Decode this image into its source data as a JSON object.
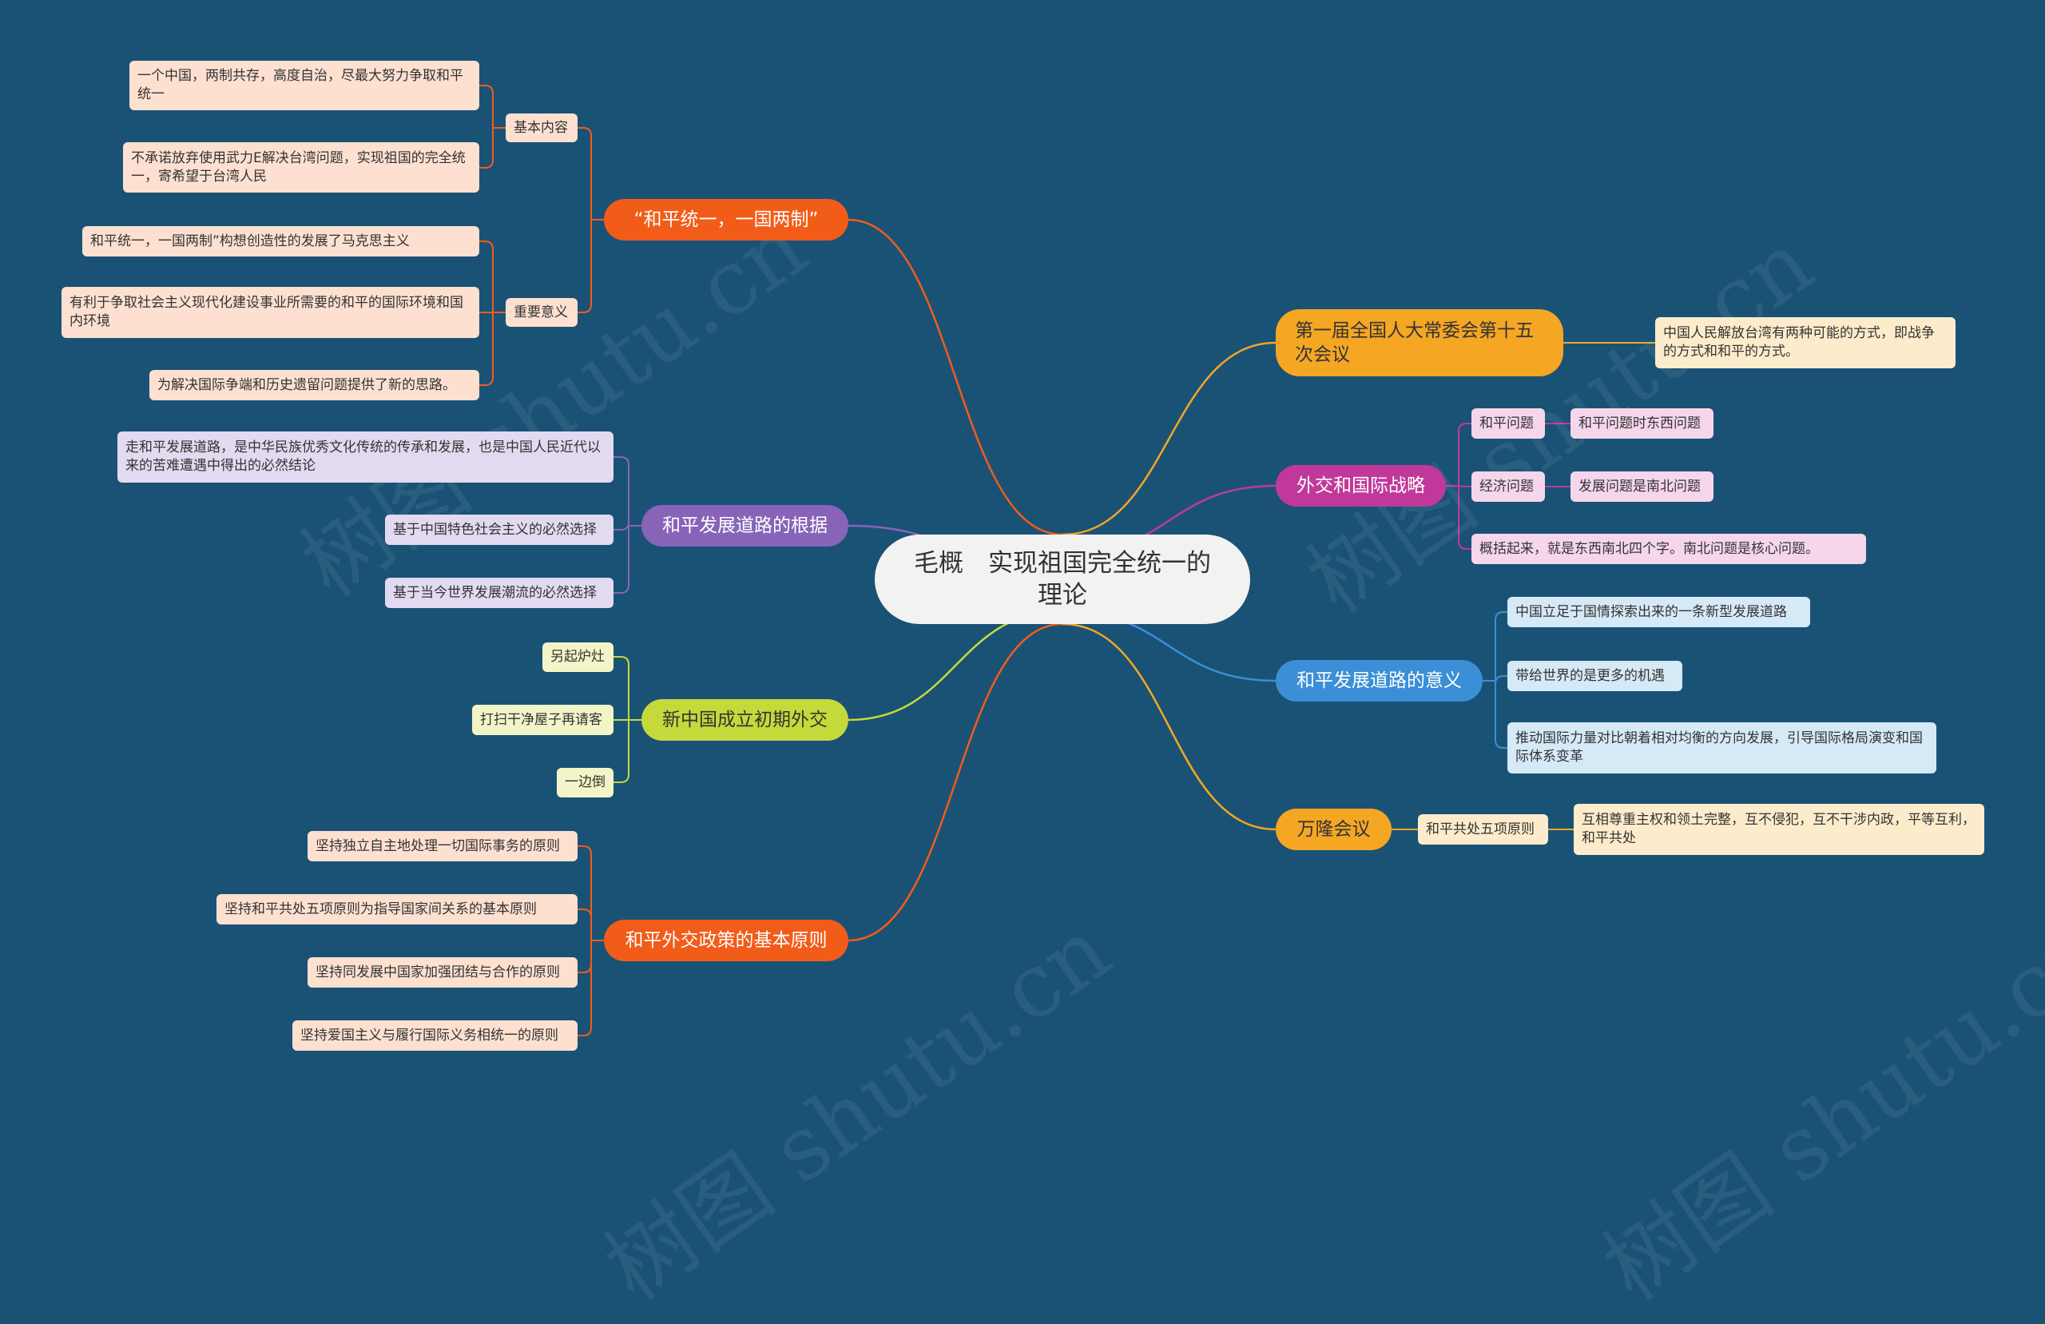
{
  "center_title": "毛概　实现祖国完全统一的理论",
  "watermark": "树图 shutu.cn",
  "colors": {
    "background": "#1a5276",
    "orange_red": "#f25c19",
    "yellow_orange": "#f5a623",
    "magenta": "#c0399a",
    "blue": "#3b8fd6",
    "purple": "#8764b8",
    "yellow_green": "#c6d93a"
  },
  "branches": [
    {
      "title": "“和平统一，一国两制”",
      "subs": [
        {
          "label": "基本内容",
          "leaves": [
            "一个中国，两制共存，高度自治，尽最大努力争取和平统一",
            "不承诺放弃使用武力E解决台湾问题，实现祖国的完全统一，寄希望于台湾人民"
          ]
        },
        {
          "label": "重要意义",
          "leaves": [
            "和平统一，一国两制”构想创造性的发展了马克思主义",
            "有利于争取社会主义现代化建设事业所需要的和平的国际环境和国内环境",
            "为解决国际争端和历史遗留问题提供了新的思路。"
          ]
        }
      ]
    },
    {
      "title": "和平发展道路的根据",
      "leaves": [
        "走和平发展道路，是中华民族优秀文化传统的传承和发展，也是中国人民近代以来的苦难遭遇中得出的必然结论",
        "基于中国特色社会主义的必然选择",
        "基于当今世界发展潮流的必然选择"
      ]
    },
    {
      "title": "新中国成立初期外交",
      "leaves": [
        "另起炉灶",
        "打扫干净屋子再请客",
        "一边倒"
      ]
    },
    {
      "title": "和平外交政策的基本原则",
      "leaves": [
        "坚持独立自主地处理一切国际事务的原则",
        "坚持和平共处五项原则为指导国家间关系的基本原则",
        "坚持同发展中国家加强团结与合作的原则",
        "坚持爱国主义与履行国际义务相统一的原则"
      ]
    },
    {
      "title": "第一届全国人大常委会第十五次会议",
      "leaves": [
        "中国人民解放台湾有两种可能的方式，即战争的方式和和平的方式。"
      ]
    },
    {
      "title": "外交和国际战略",
      "subs": [
        {
          "label": "和平问题",
          "leaves": [
            "和平问题时东西问题"
          ]
        },
        {
          "label": "经济问题",
          "leaves": [
            "发展问题是南北问题"
          ]
        },
        {
          "label": "概括起来，就是东西南北四个字。南北问题是核心问题。",
          "leaves": []
        }
      ]
    },
    {
      "title": "和平发展道路的意义",
      "leaves": [
        "中国立足于国情探索出来的一条新型发展道路",
        "带给世界的是更多的机遇",
        "推动国际力量对比朝着相对均衡的方向发展，引导国际格局演变和国际体系变革"
      ]
    },
    {
      "title": "万隆会议",
      "subs": [
        {
          "label": "和平共处五项原则",
          "leaves": [
            "互相尊重主权和领土完整，互不侵犯，互不干涉内政，平等互利，和平共处"
          ]
        }
      ]
    }
  ]
}
